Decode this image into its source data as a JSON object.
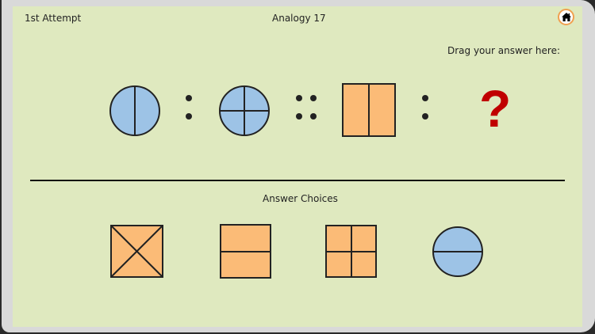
{
  "header": {
    "attempt_label": "1st Attempt",
    "title": "Analogy 17",
    "home_icon": "home-icon"
  },
  "question": {
    "drag_label": "Drag your answer here:",
    "items": [
      {
        "shape": "circle",
        "fill": "#9dc3e6",
        "division": "vertical-half"
      },
      {
        "separator": ":"
      },
      {
        "shape": "circle",
        "fill": "#9dc3e6",
        "division": "quarters"
      },
      {
        "separator": "::"
      },
      {
        "shape": "square",
        "fill": "#fbbb77",
        "division": "vertical-half"
      },
      {
        "separator": ":"
      },
      {
        "placeholder": "?"
      }
    ],
    "unknown_symbol": "?"
  },
  "answers": {
    "label": "Answer Choices",
    "choices": [
      {
        "shape": "square",
        "fill": "#fbbb77",
        "division": "diagonals"
      },
      {
        "shape": "rectangle",
        "fill": "#fbbb77",
        "division": "horizontal-half"
      },
      {
        "shape": "square",
        "fill": "#fbbb77",
        "division": "quarters"
      },
      {
        "shape": "circle",
        "fill": "#9dc3e6",
        "division": "horizontal-half"
      }
    ]
  },
  "colors": {
    "background": "#dfe9bf",
    "frame": "#d9d9d9",
    "blue": "#9dc3e6",
    "orange": "#fbbb77",
    "question_mark": "#c00000",
    "home_ring": "#f0a050"
  }
}
